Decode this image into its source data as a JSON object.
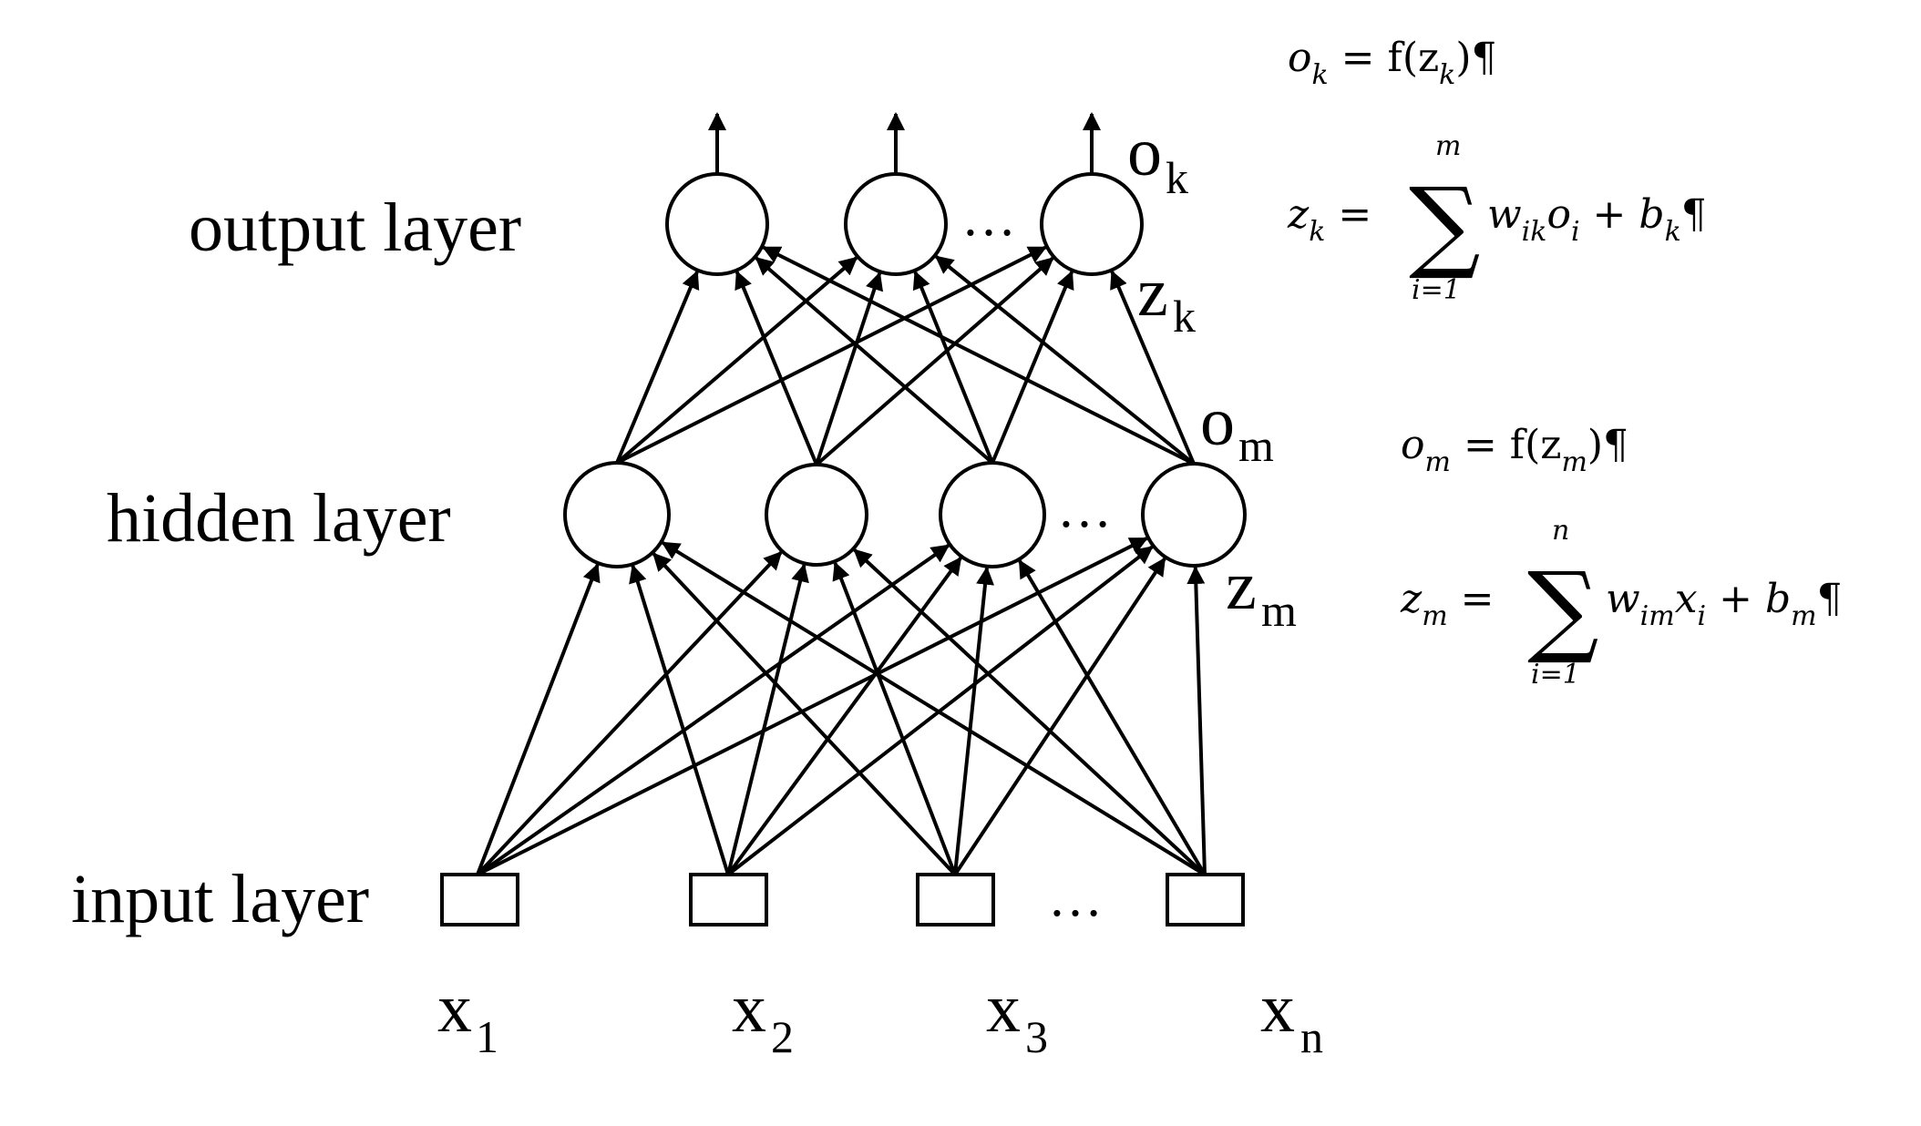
{
  "layers": {
    "output_label": "output layer",
    "hidden_label": "hidden layer",
    "input_label": "input layer"
  },
  "ellipsis": "…",
  "inputs": [
    {
      "main": "x",
      "sub": "1"
    },
    {
      "main": "x",
      "sub": "2"
    },
    {
      "main": "x",
      "sub": "3"
    },
    {
      "main": "x",
      "sub": "n"
    }
  ],
  "annotations": {
    "ok": {
      "main": "o",
      "sub": "k"
    },
    "zk": {
      "main": "z",
      "sub": "k"
    },
    "om": {
      "main": "o",
      "sub": "m"
    },
    "zm": {
      "main": "z",
      "sub": "m"
    }
  },
  "equations": {
    "ok_lhs": "o",
    "ok_lhs_sub": "k",
    "ok_rhs": " = f(z",
    "ok_rhs_sub": "k",
    "ok_tail": ")¶",
    "zk_lhs": "z",
    "zk_lhs_sub": "k",
    "zk_eq": " = ",
    "zk_sum_top": "m",
    "zk_sum_bottom": "i=1",
    "zk_body": "w",
    "zk_body_sub": "ik",
    "zk_body2": "o",
    "zk_body2_sub": "i",
    "zk_plus": " + b",
    "zk_plus_sub": "k",
    "zk_tail": "¶",
    "om_lhs": "o",
    "om_lhs_sub": "m",
    "om_rhs": " = f(z",
    "om_rhs_sub": "m",
    "om_tail": ")¶",
    "zm_lhs": "z",
    "zm_lhs_sub": "m",
    "zm_eq": " = ",
    "zm_sum_top": "n",
    "zm_sum_bottom": "i=1",
    "zm_body": "w",
    "zm_body_sub": "im",
    "zm_body2": "x",
    "zm_body2_sub": "i",
    "zm_plus": " + b",
    "zm_plus_sub": "m",
    "zm_tail": "¶"
  }
}
